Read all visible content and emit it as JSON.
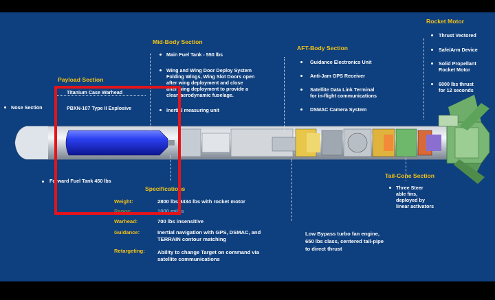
{
  "sections": {
    "payload": "Payload Section",
    "mid_body": "Mid-Body Section",
    "aft_body": "AFT-Body Section",
    "rocket_motor": "Rocket Motor",
    "tail_cone": "Tail-Cone Section",
    "specifications": "Specifications"
  },
  "nose_section": "Nose Section",
  "payload_items": [
    "Titanium Case Warhead",
    "PBXN-107 Type II Explosive"
  ],
  "forward_fuel_tank": "Forward Fuel Tank 450 lbs",
  "mid_body_items": {
    "main_fuel": "Main Fuel Tank - 550 lbs",
    "wing_lines": [
      "Wing and Wing Door Deploy System",
      "Folding Wings, Wing Slot Doors open",
      "after wing deployment and close",
      "after wing deployment to provide a",
      "clean aerodynamic fuselage."
    ],
    "inertial": "Inertial measuring unit"
  },
  "aft_body_items": [
    "Guidance Electronics Unit",
    "Anti-Jam GPS Receiver",
    "Satellite Data Link Terminal",
    "for in-flight communications",
    "DSMAC Camera System"
  ],
  "rocket_motor_items": [
    "Thrust Vectored",
    "Safe/Arm Device",
    "Solid Propellant",
    "Rocket Motor",
    "6000 lbs thrust",
    "for 12 seconds"
  ],
  "tail_cone_items": [
    "Three Steer",
    "able fins,",
    "deployed by",
    "linear activators"
  ],
  "specs": [
    {
      "label": "Weight:",
      "value": "2800 lbs 3434 lbs with rocket motor"
    },
    {
      "label": "Range:",
      "value": "1000 miles"
    },
    {
      "label": "Warhead:",
      "value": "700 lbs insensitive"
    },
    {
      "label": "Guidance:",
      "value": "Inertial navigation with GPS, DSMAC, and",
      "value2": "TERRAIN contour matching"
    },
    {
      "label": "Retargeting:",
      "value": "Ability to change Target on command via",
      "value2": "satellite communications"
    }
  ],
  "engine_note": [
    "Low Bypass turbo fan engine,",
    "650 lbs class, centered tail-pipe",
    "to direct thrust"
  ],
  "colors": {
    "background": "#0e3f7e",
    "heading": "#f2c318",
    "highlight_box": "#e3141b",
    "warhead": "#1d2fd4"
  }
}
